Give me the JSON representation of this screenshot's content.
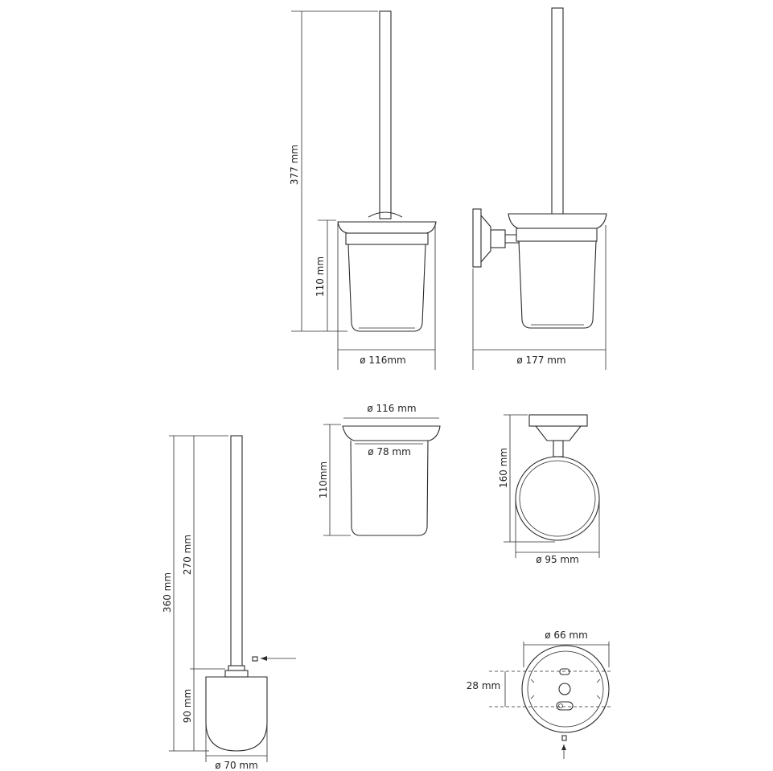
{
  "dimensions": {
    "total_height": "377 mm",
    "cup_height_front": "110 mm",
    "width_front": "ø 116mm",
    "width_side": "ø 177 mm",
    "cup_top": "ø 116 mm",
    "cup_inner": "ø 78 mm",
    "cup_height": "110mm",
    "ring_height": "160 mm",
    "ring_width": "ø 95 mm",
    "brush_total": "360 mm",
    "brush_handle": "270 mm",
    "brush_head": "90 mm",
    "brush_width": "ø 70 mm",
    "base_diameter": "ø 66 mm",
    "hole_spacing": "28 mm"
  }
}
